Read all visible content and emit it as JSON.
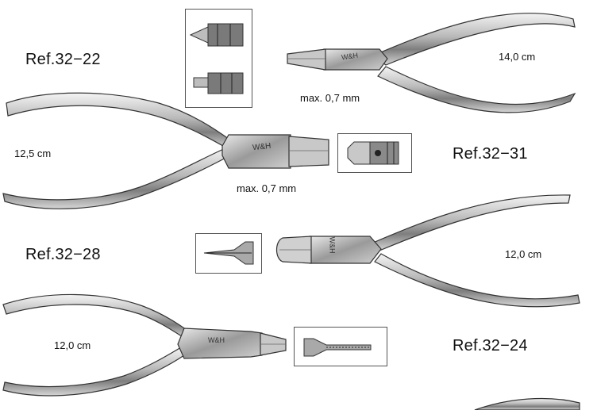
{
  "items": [
    {
      "ref": "Ref.32−22",
      "length": "14,0 cm",
      "max_opening": "max. 0,7 mm",
      "engraving": "W&H"
    },
    {
      "ref": "Ref.32−31",
      "length": "12,5 cm",
      "max_opening": "max. 0,7 mm",
      "engraving": "W&H"
    },
    {
      "ref": "Ref.32−28",
      "length": "12,0 cm",
      "engraving": "W&H"
    },
    {
      "ref": "Ref.32−24",
      "length": "12,0 cm",
      "engraving": "W&H"
    }
  ]
}
